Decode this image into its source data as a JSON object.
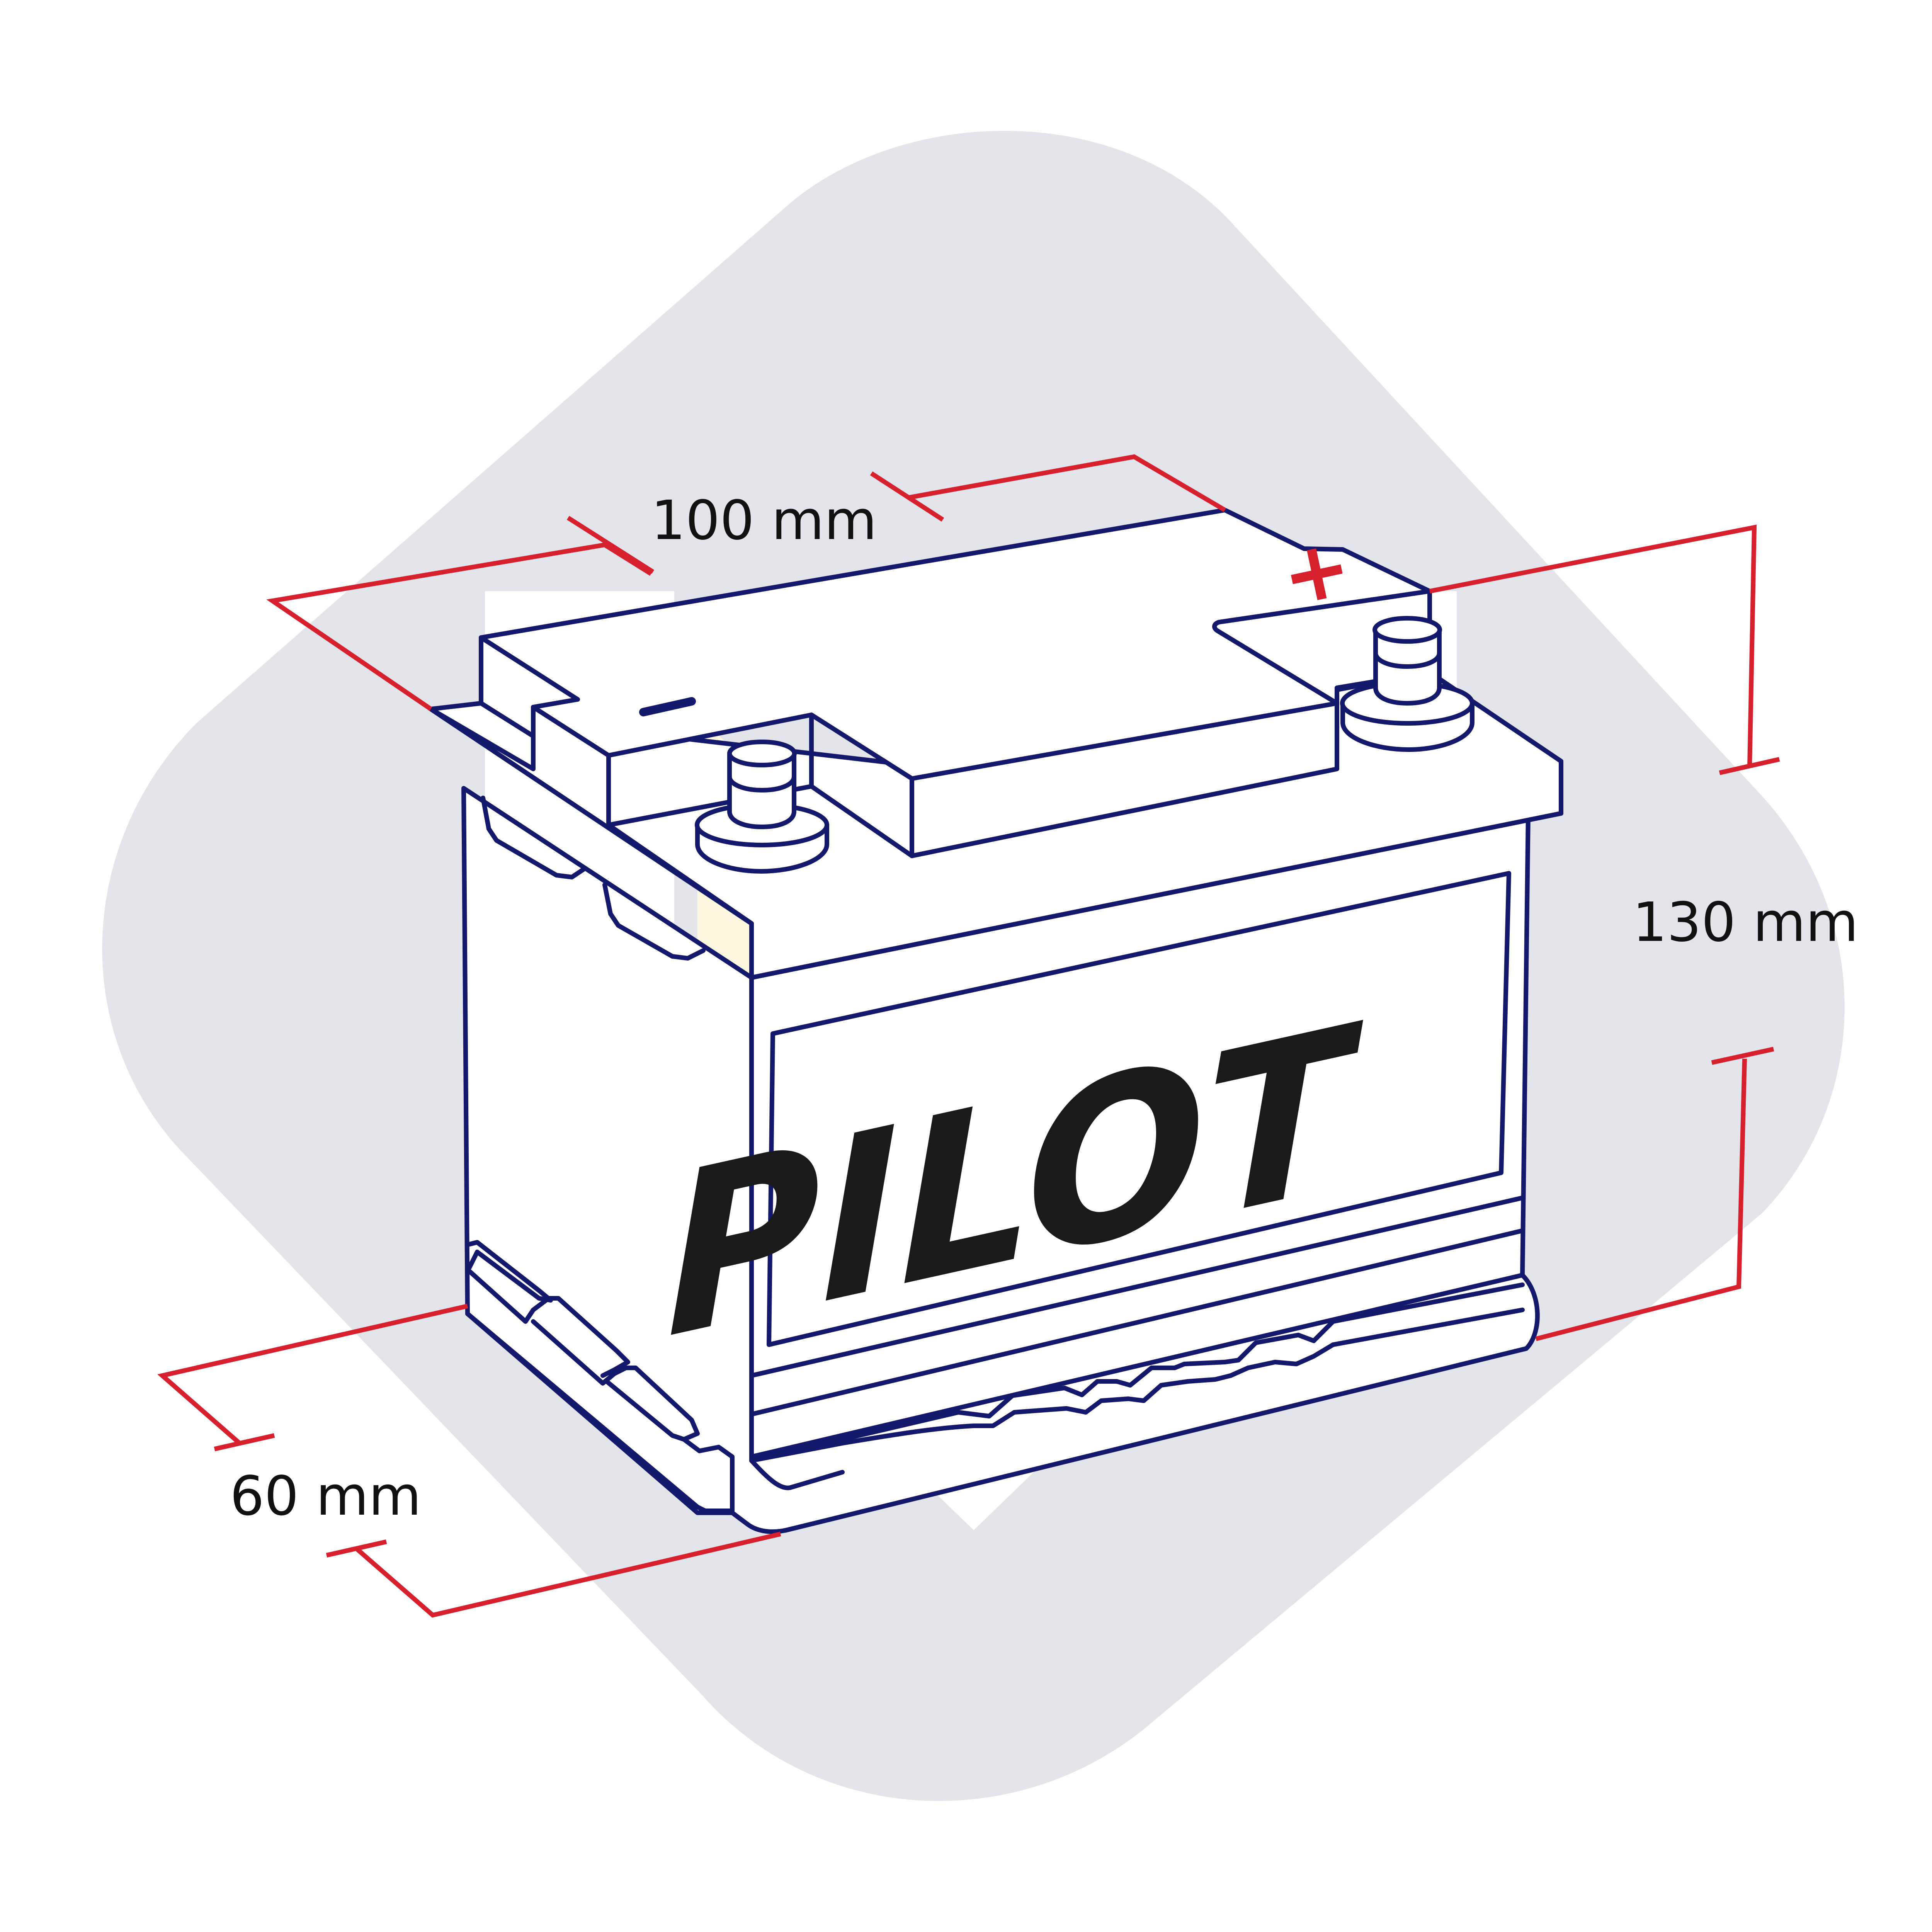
{
  "dimensions": {
    "length": "100 mm",
    "height": "130 mm",
    "width": "60 mm"
  },
  "terminals": {
    "positive": "+",
    "negative": "−"
  },
  "brand": {
    "logo_text": "PILOT"
  },
  "colors": {
    "background_shape": "#e4e5ea",
    "outline": "#14196b",
    "dimension_lines": "#d6202e",
    "highlight": "#fdf9e1",
    "logo": "#1a1a1a"
  }
}
